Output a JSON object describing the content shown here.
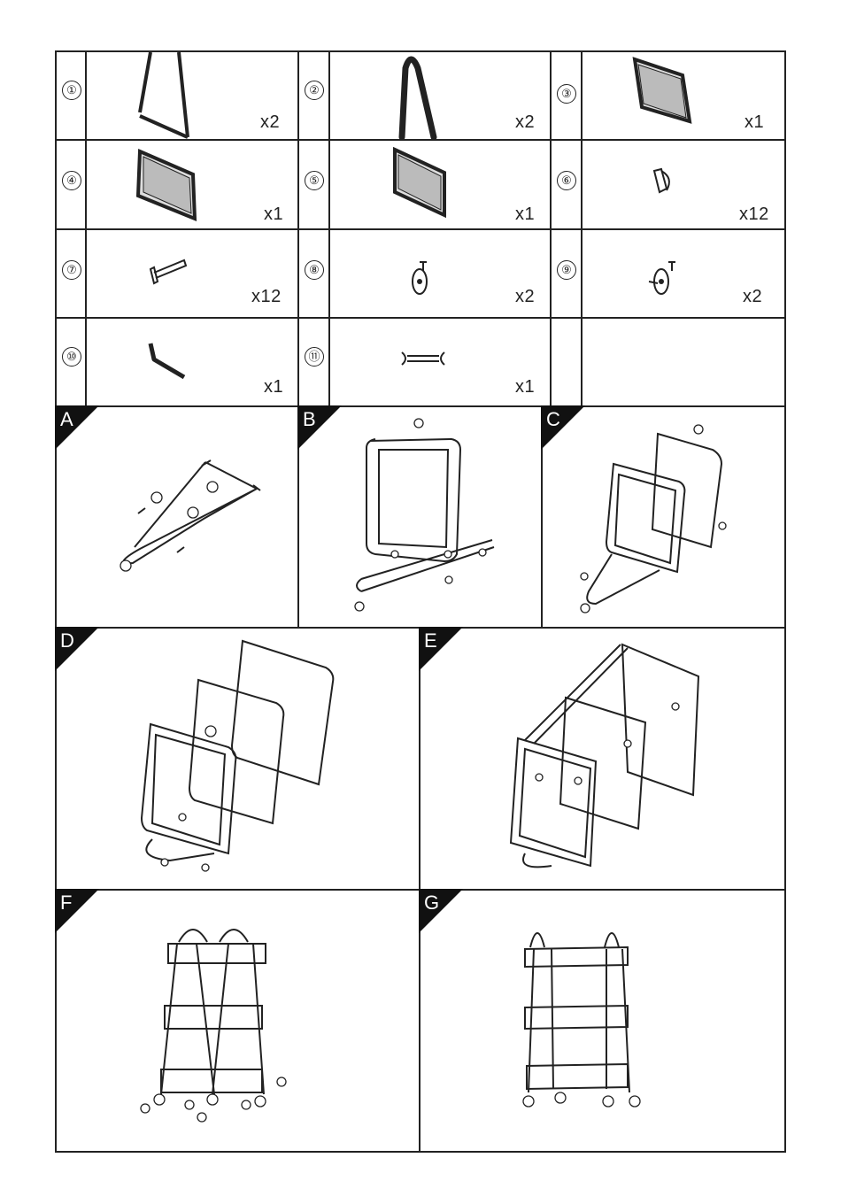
{
  "parts": [
    {
      "num": "①",
      "qty": "x2",
      "icon": "side-frame"
    },
    {
      "num": "②",
      "qty": "x2",
      "icon": "u-handle"
    },
    {
      "num": "③",
      "qty": "x1",
      "icon": "top-basket"
    },
    {
      "num": "④",
      "qty": "x1",
      "icon": "middle-basket"
    },
    {
      "num": "⑤",
      "qty": "x1",
      "icon": "bottom-basket"
    },
    {
      "num": "⑥",
      "qty": "x12",
      "icon": "nut-cap"
    },
    {
      "num": "⑦",
      "qty": "x12",
      "icon": "bolt"
    },
    {
      "num": "⑧",
      "qty": "x2",
      "icon": "caster-wheel"
    },
    {
      "num": "⑨",
      "qty": "x2",
      "icon": "locking-caster-wheel"
    },
    {
      "num": "⑩",
      "qty": "x1",
      "icon": "allen-key"
    },
    {
      "num": "⑪",
      "qty": "x1",
      "icon": "wrench"
    }
  ],
  "steps": [
    {
      "letter": "A"
    },
    {
      "letter": "B"
    },
    {
      "letter": "C"
    },
    {
      "letter": "D"
    },
    {
      "letter": "E"
    },
    {
      "letter": "F"
    },
    {
      "letter": "G"
    }
  ]
}
